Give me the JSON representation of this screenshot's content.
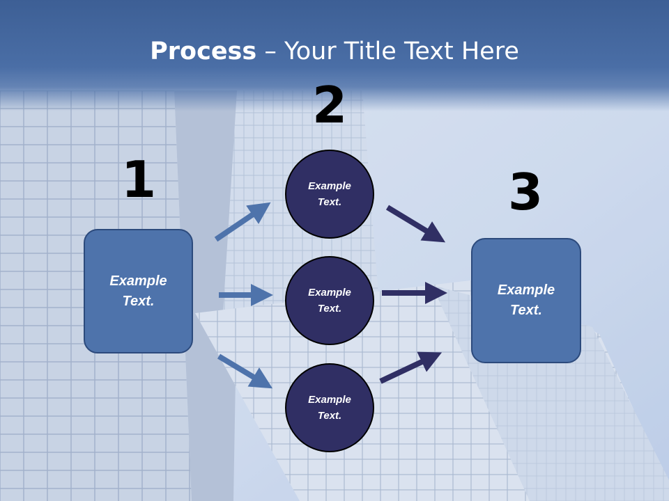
{
  "slide": {
    "title_bold": "Process",
    "title_rest": " – Your Title Text Here"
  },
  "numbers": {
    "one": "1",
    "two": "2",
    "three": "3"
  },
  "nodes": {
    "left_box": "Example\nText.",
    "circle_top": "Example\nText.",
    "circle_middle": "Example\nText.",
    "circle_bottom": "Example\nText.",
    "right_box": "Example\nText."
  },
  "colors": {
    "title_band": "#4a6ea6",
    "box_fill": "#4e73ab",
    "circle_fill": "#302f64",
    "arrow_left": "#4e73ab",
    "arrow_right": "#302f64"
  }
}
